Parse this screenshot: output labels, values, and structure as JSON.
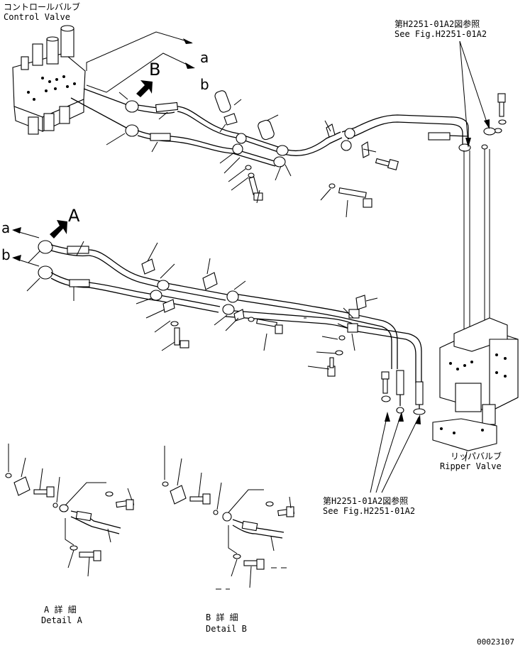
{
  "labels": {
    "control_valve_jp": "コントロールバルブ",
    "control_valve_en": "Control Valve",
    "ref_top_jp": "第H2251-01A2図参照",
    "ref_top_en": "See Fig.H2251-01A2",
    "ref_bottom_jp": "第H2251-01A2図参照",
    "ref_bottom_en": "See Fig.H2251-01A2",
    "ripper_valve_jp": "リッパバルブ",
    "ripper_valve_en": "Ripper Valve",
    "marker_a": "a",
    "marker_b": "b",
    "callout_a": "A",
    "callout_b": "B",
    "detail_a_jp": "A 詳 細",
    "detail_a_en": "Detail A",
    "detail_b_jp": "B 詳 細",
    "detail_b_en": "Detail B",
    "drawing_number": "00023107"
  },
  "icons": [
    "arrow-icon",
    "bolt-icon",
    "washer-icon",
    "clamp-icon",
    "hose-icon",
    "flange-icon",
    "o-ring-icon"
  ]
}
